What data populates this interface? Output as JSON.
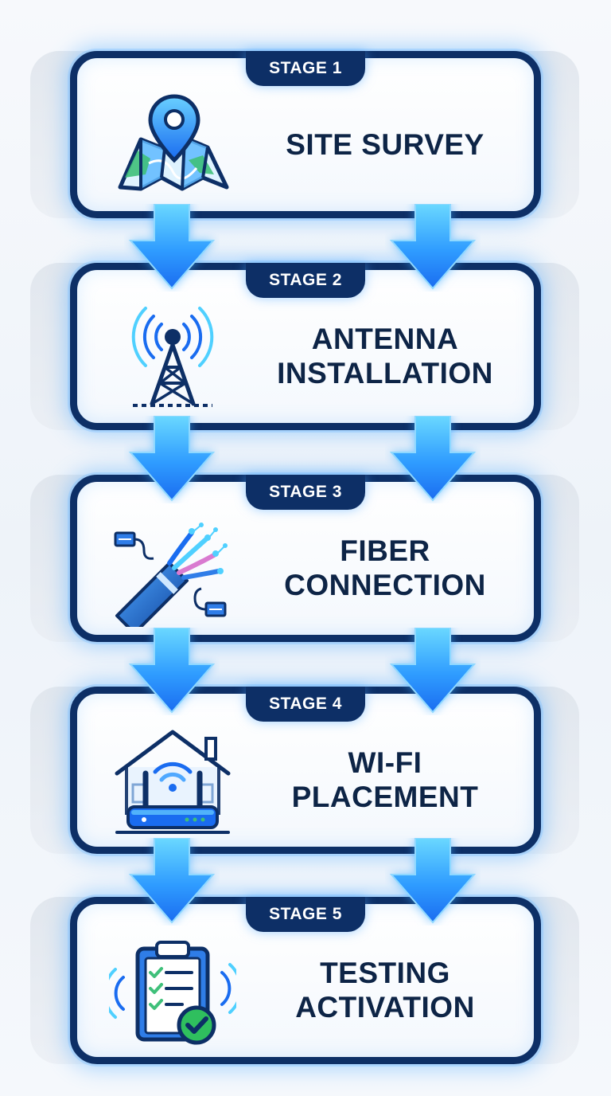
{
  "stages": [
    {
      "tab": "STAGE 1",
      "title_lines": [
        "SITE SURVEY",
        ""
      ],
      "icon": "map-pin-icon"
    },
    {
      "tab": "STAGE 2",
      "title_lines": [
        "ANTENNA",
        "INSTALLATION"
      ],
      "icon": "antenna-tower-icon"
    },
    {
      "tab": "STAGE 3",
      "title_lines": [
        "FIBER",
        "CONNECTION"
      ],
      "icon": "fiber-cable-icon"
    },
    {
      "tab": "STAGE 4",
      "title_lines": [
        "WI-FI",
        "PLACEMENT"
      ],
      "icon": "wifi-router-icon"
    },
    {
      "tab": "STAGE 5",
      "title_lines": [
        "TESTING",
        "ACTIVATION"
      ],
      "icon": "checklist-icon"
    }
  ],
  "colors": {
    "navy": "#0d2f66",
    "text": "#0d2446",
    "arrow_light": "#4fd0ff",
    "arrow_dark": "#1a6cf0",
    "map_green": "#3fc07a",
    "accent_blue": "#2f7de8"
  }
}
